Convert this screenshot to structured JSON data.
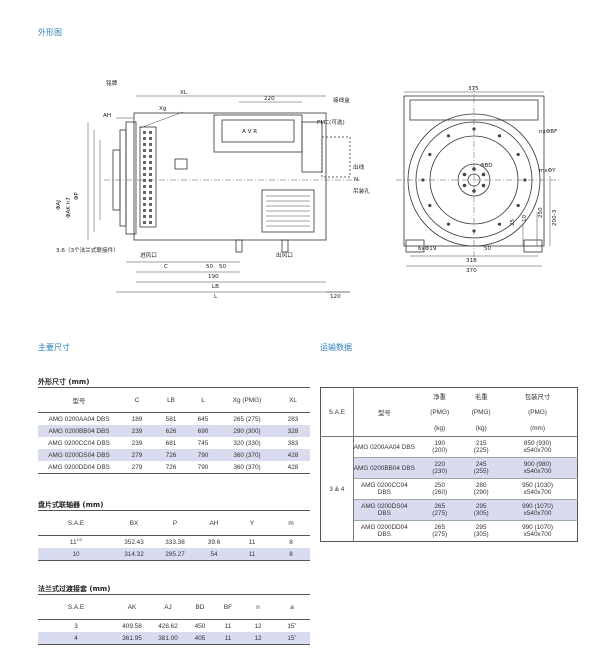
{
  "outline_title": "外形图",
  "main_dims_title": "主要尺寸",
  "shipping_title": "运输数据",
  "drawing": {
    "labels": {
      "xl": "XL",
      "d220": "220",
      "ah": "AH",
      "xg": "Xg",
      "nameplate": "铭牌",
      "terminal_box": "接线盒",
      "pmc": "PMC(可选)",
      "outlet": "出线",
      "n": "N",
      "lifting_hole": "吊装孔",
      "avr": "A V R",
      "phi_aj": "ΦAJ",
      "phi_ak": "ΦAK h7",
      "phi_p": "ΦP",
      "flange_hole": "3.6（3个法兰式联接件）",
      "air_in": "进风口",
      "air_out": "出风口",
      "c": "C",
      "d50a": "50",
      "d50b": "50",
      "d190": "190",
      "lb": "LB",
      "l": "L",
      "d120": "120",
      "d375": "375",
      "nxphi_bf": "nxΦBF",
      "mxphi_y": "mxΦY",
      "phi_bd": "ΦBD",
      "d25": "25",
      "d10": "10",
      "d250": "250",
      "d200": "200-3",
      "d6x19": "6xΦ19",
      "d50c": "50",
      "d318": "318",
      "d370": "370"
    }
  },
  "table1": {
    "caption": "外形尺寸 (mm)",
    "headers": [
      "型号",
      "C",
      "LB",
      "L",
      "Xg (PMG)",
      "XL"
    ],
    "rows": [
      [
        "AMG 0200AA04 DBS",
        "189",
        "581",
        "645",
        "265 (275)",
        "283"
      ],
      [
        "AMG 0200BB04 DBS",
        "239",
        "626",
        "690",
        "290 (300)",
        "328"
      ],
      [
        "AMG 0200CC04 DBS",
        "239",
        "681",
        "745",
        "320 (330)",
        "383"
      ],
      [
        "AMG 0200DS04 DBS",
        "279",
        "726",
        "790",
        "360 (370)",
        "428"
      ],
      [
        "AMG 0200DD04 DBS",
        "279",
        "726",
        "790",
        "360 (370)",
        "428"
      ]
    ]
  },
  "table2": {
    "caption": "盘片式联轴器 (mm)",
    "headers": [
      "S.A.E",
      "BX",
      "P",
      "AH",
      "Y",
      "m"
    ],
    "rows": [
      [
        "11",
        "352.43",
        "333.38",
        "39.6",
        "11",
        "8"
      ],
      [
        "10",
        "314.32",
        "295.27",
        "54",
        "11",
        "8"
      ]
    ],
    "row1_sup": "1/2"
  },
  "table3": {
    "caption": "法兰式过渡接套 (mm)",
    "headers": [
      "S.A.E",
      "AK",
      "AJ",
      "BD",
      "BF",
      "n",
      "a"
    ],
    "rows": [
      [
        "3",
        "409.58",
        "428.62",
        "450",
        "11",
        "12",
        "15˚"
      ],
      [
        "4",
        "361.95",
        "381.00",
        "405",
        "11",
        "12",
        "15˚"
      ]
    ]
  },
  "table4": {
    "headers": {
      "sae": "S.A.E",
      "model": "型号",
      "net": "净重",
      "gross": "毛重",
      "pack": "包装尺寸",
      "pmg": "(PMG)",
      "kg": "(kg)",
      "mm": "(mm)"
    },
    "sae_value": "3 & 4",
    "rows": [
      {
        "model": "AMG 0200AA04 DBS",
        "net1": "190",
        "net2": "(200)",
        "gross1": "215",
        "gross2": "(225)",
        "pack1": "850 (930)",
        "pack2": "x540x700"
      },
      {
        "model": "AMG 0200BB04 DBS",
        "net1": "220",
        "net2": "(230)",
        "gross1": "245",
        "gross2": "(255)",
        "pack1": "900 (980)",
        "pack2": "x540x700"
      },
      {
        "model": "AMG 0200CC04 DBS",
        "net1": "250",
        "net2": "(260)",
        "gross1": "280",
        "gross2": "(290)",
        "pack1": "950 (1030)",
        "pack2": "x540x700"
      },
      {
        "model": "AMG 0200DS04 DBS",
        "net1": "265",
        "net2": "(275)",
        "gross1": "295",
        "gross2": "(305)",
        "pack1": "990 (1070)",
        "pack2": "x540x700"
      },
      {
        "model": "AMG 0200DD04 DBS",
        "net1": "265",
        "net2": "(275)",
        "gross1": "295",
        "gross2": "(305)",
        "pack1": "990 (1070)",
        "pack2": "x540x700"
      }
    ]
  }
}
